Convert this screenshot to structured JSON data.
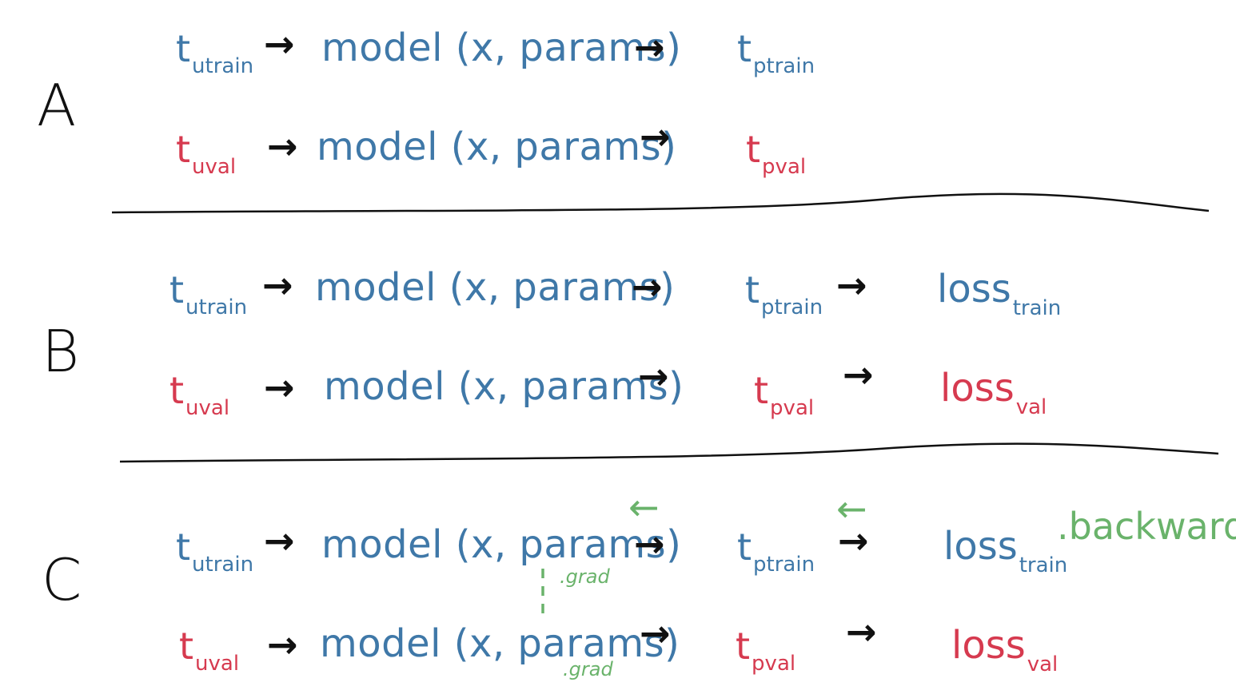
{
  "sections": [
    {
      "label": "A",
      "rows": [
        {
          "t_in": "t",
          "t_in_sub": "utrain",
          "model": "model (x, params)",
          "t_out": "t",
          "t_out_sub": "ptrain",
          "color": "blue"
        },
        {
          "t_in": "t",
          "t_in_sub": "uval",
          "model": "model (x, params)",
          "t_out": "t",
          "t_out_sub": "pval",
          "color": "red"
        }
      ]
    },
    {
      "label": "B",
      "rows": [
        {
          "t_in": "t",
          "t_in_sub": "utrain",
          "model": "model (x, params)",
          "t_out": "t",
          "t_out_sub": "ptrain",
          "loss": "loss",
          "loss_sub": "train",
          "color": "blue"
        },
        {
          "t_in": "t",
          "t_in_sub": "uval",
          "model": "model (x, params)",
          "t_out": "t",
          "t_out_sub": "pval",
          "loss": "loss",
          "loss_sub": "val",
          "color": "red"
        }
      ]
    },
    {
      "label": "C",
      "rows": [
        {
          "t_in": "t",
          "t_in_sub": "utrain",
          "model": "model (x, params)",
          "t_out": "t",
          "t_out_sub": "ptrain",
          "loss": "loss",
          "loss_sub": "train",
          "color": "blue"
        },
        {
          "t_in": "t",
          "t_in_sub": "uval",
          "model": "model (x, params)",
          "t_out": "t",
          "t_out_sub": "pval",
          "loss": "loss",
          "loss_sub": "val",
          "color": "red"
        }
      ],
      "backward": ".backward",
      "grad_top": ".grad",
      "grad_bottom": ".grad"
    }
  ],
  "colors": {
    "blue": "#3f78a8",
    "red": "#d63a4f",
    "green": "#6ab36b",
    "ink": "#111111"
  },
  "arrow_glyph": "→",
  "back_arrow_glyph": "←"
}
